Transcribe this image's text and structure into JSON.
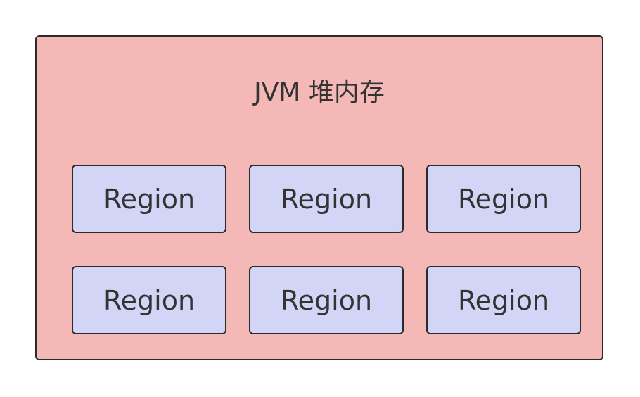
{
  "heap": {
    "title": "JVM 堆内存",
    "fill_color": "#f4b8b6",
    "border_color": "#2b2b2b"
  },
  "regions": [
    {
      "label": "Region"
    },
    {
      "label": "Region"
    },
    {
      "label": "Region"
    },
    {
      "label": "Region"
    },
    {
      "label": "Region"
    },
    {
      "label": "Region"
    }
  ],
  "region_fill_color": "#d3d5f7"
}
